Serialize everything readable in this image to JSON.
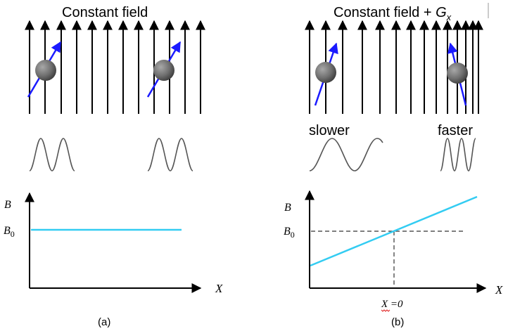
{
  "panel_a": {
    "title": "Constant field",
    "axis_y_label": "B",
    "b0_label": "B",
    "b0_subscript": "0",
    "axis_x_label": "X",
    "caption": "(a)"
  },
  "panel_b": {
    "title_main": "Constant field + ",
    "title_g": "G",
    "title_g_sub": "x",
    "slower_label": "slower",
    "faster_label": "faster",
    "axis_y_label": "B",
    "b0_label": "B",
    "b0_subscript": "0",
    "axis_x_label": "X",
    "x0_label_x": "X",
    "x0_label_rest": " =0",
    "caption": "(b)"
  },
  "colors": {
    "field_line": "#000000",
    "spin_vector": "#1a1aff",
    "field_plot": "#33ccf2",
    "wave": "#555555",
    "proton": "#6f6f6f"
  }
}
